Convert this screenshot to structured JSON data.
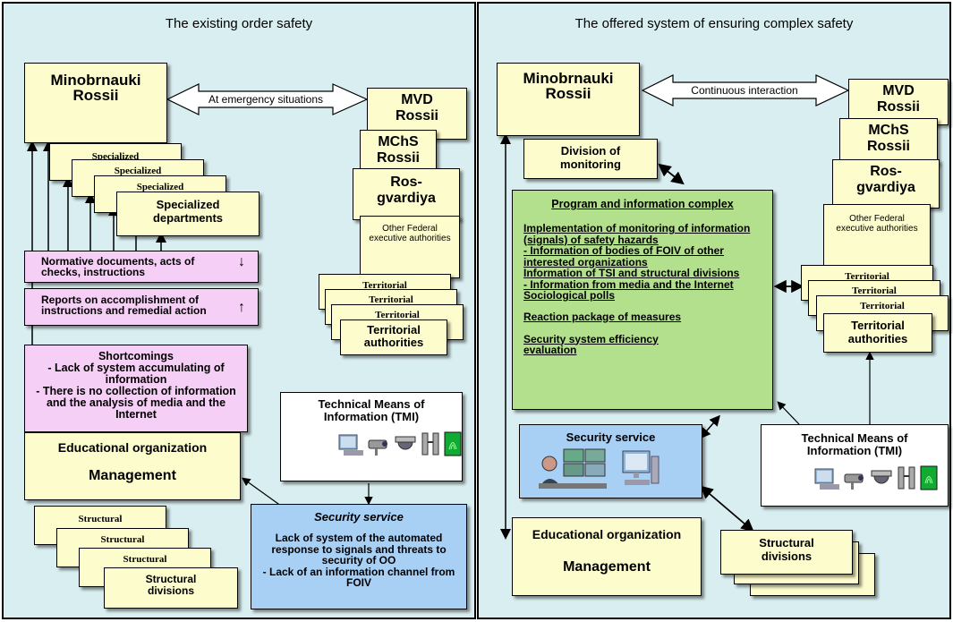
{
  "left": {
    "title": "The existing order safety",
    "ministry": "Minobrnauki\nRossii",
    "arrow_label": "At emergency situations",
    "mvd": "MVD\nRossii",
    "mchs": "MChS\nRossii",
    "rosg": "Ros-\ngvardiya",
    "other_federal": "Other Federal executive authorities",
    "territorial_stack": [
      "Territorial",
      "Territorial",
      "Territorial"
    ],
    "territorial_front": "Territorial\nauthorities",
    "specialized_stack": [
      "Specialized",
      "Specialized",
      "Specialized"
    ],
    "specialized_front": "Specialized\ndepartments",
    "normative": "Normative documents, acts of checks, instructions",
    "reports": "Reports on accomplishment of instructions and remedial action",
    "shortcomings": "Shortcomings\n- Lack of system accumulating of information\n- There is no collection of information and the analysis of media and the Internet",
    "edu_org": "Educational organization",
    "management": "Management",
    "tmi": "Technical Means of\nInformation (TMI)",
    "structural_stack": [
      "Structural",
      "Structural",
      "Structural"
    ],
    "structural_front": "Structural\ndivisions",
    "security_title": "Security service",
    "security_text": "Lack of system of the automated response to signals and threats to security of OO\n- Lack of an information channel from FOIV"
  },
  "right": {
    "title": "The offered system of ensuring complex safety",
    "ministry": "Minobrnauki\nRossii",
    "arrow_label": "Continuous interaction",
    "mvd": "MVD\nRossii",
    "mchs": "MChS\nRossii",
    "rosg": "Ros-\ngvardiya",
    "other_federal": "Other Federal executive authorities",
    "division": "Division of\nmonitoring",
    "complex_title": "Program and information complex",
    "complex_items": [
      "Implementation of monitoring of information (signals) of safety hazards",
      "- Information of bodies of FOIV of other interested organizations",
      "Information of TSI and structural divisions",
      "- Information from media and the Internet",
      "Sociological polls"
    ],
    "reaction": "Reaction package of measures",
    "efficiency": "Security system efficiency evaluation",
    "territorial_stack": [
      "Territorial",
      "Territorial",
      "Territorial"
    ],
    "territorial_front": "Territorial\nauthorities",
    "security": "Security service",
    "tmi": "Technical Means of\nInformation (TMI)",
    "edu_org": "Educational organization",
    "management": "Management",
    "structural_front": "Structural\ndivisions"
  },
  "colors": {
    "panel_bg": "#d9eef0",
    "box_yellow": "#fdfccc",
    "box_pink": "#f6cff6",
    "box_green": "#b3e08d",
    "box_blue": "#a8d0f5"
  },
  "icons": [
    "computer-icon",
    "cctv-camera-icon",
    "dome-camera-icon",
    "turnstile-icon",
    "fingerprint-scanner-icon",
    "operator-monitors-icon"
  ]
}
